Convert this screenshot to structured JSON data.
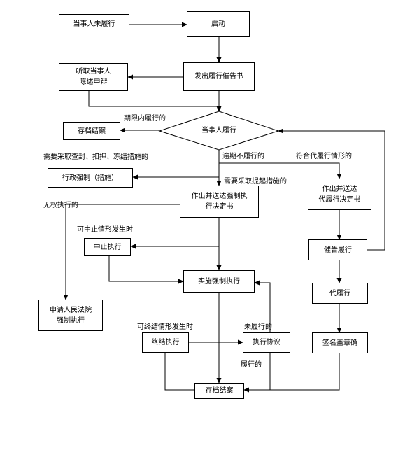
{
  "nodes": {
    "party_not_performed": "当事人未履行",
    "start": "启动",
    "hear_statement": [
      "听取当事人",
      "陈述申辩"
    ],
    "issue_notice": "发出履行催告书",
    "party_performs": "当事人履行",
    "archive_close_top": "存档结案",
    "admin_enforcement": "行政强制（措施）",
    "enforcement_decision": [
      "作出并送达强制执",
      "行决定书"
    ],
    "substitute_decision": [
      "作出并送达",
      "代履行决定书"
    ],
    "suspend": "中止执行",
    "urge_performance": "催告履行",
    "implement": "实施强制执行",
    "apply_court": [
      "申请人民法院",
      "强制执行"
    ],
    "substitute_perform": "代履行",
    "terminate": "终结执行",
    "exec_agreement": "执行协议",
    "sign_seal": "签名盖章确",
    "archive_close_bottom": "存档结案"
  },
  "labels": {
    "performed_in_time": "期限内履行的",
    "seal_seize_freeze": "需要采取查封、扣押、冻结措施的",
    "overdue": "逾期不履行的",
    "substitute_cond": "符合代履行情形的",
    "need_enforcement": "需要采取提起措施的",
    "no_authority": "无权执行的",
    "suspend_cond": "可中止情形发生时",
    "terminate_cond": "可终结情形发生时",
    "not_performed": "未履行的",
    "performed": "履行的"
  }
}
